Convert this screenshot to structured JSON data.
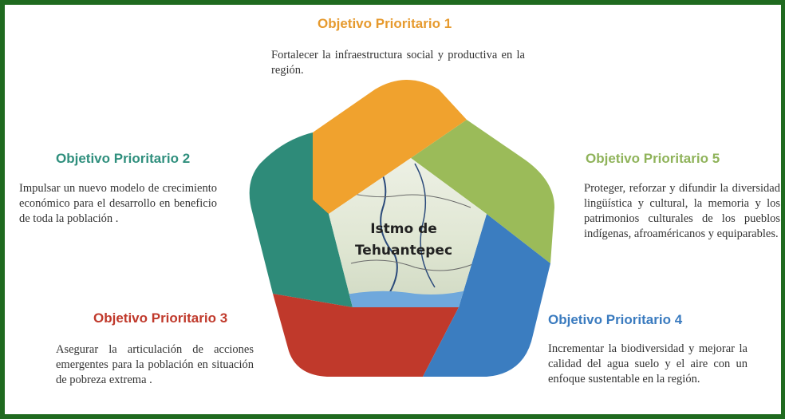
{
  "center": {
    "line1": "Istmo de",
    "line2": "Tehuantepec"
  },
  "objectives": [
    {
      "title": "Objetivo Prioritario 1",
      "text": "Fortalecer la infraestructura social y productiva en la región.",
      "color": "#f0a22e"
    },
    {
      "title": "Objetivo Prioritario 2",
      "text": "Impulsar un nuevo modelo de crecimiento económico para el desarrollo en beneficio de toda la población .",
      "color": "#2e8b79"
    },
    {
      "title": "Objetivo Prioritario 3",
      "text": "Asegurar la articulación de acciones emergentes para la población en situación de pobreza extrema .",
      "color": "#c0392b"
    },
    {
      "title": "Objetivo Prioritario 4",
      "text": "Incrementar la biodiversidad y mejorar la calidad del agua suelo y el aire con un enfoque sustentable en la región.",
      "color": "#3b7dc0"
    },
    {
      "title": "Objetivo Prioritario 5",
      "text": "Proteger, reforzar y difundir la diversidad lingüística y cultural, la memoria y los patrimonios culturales de los pueblos indígenas, afroaméricanos y equiparables.",
      "color": "#9bbb59"
    }
  ]
}
